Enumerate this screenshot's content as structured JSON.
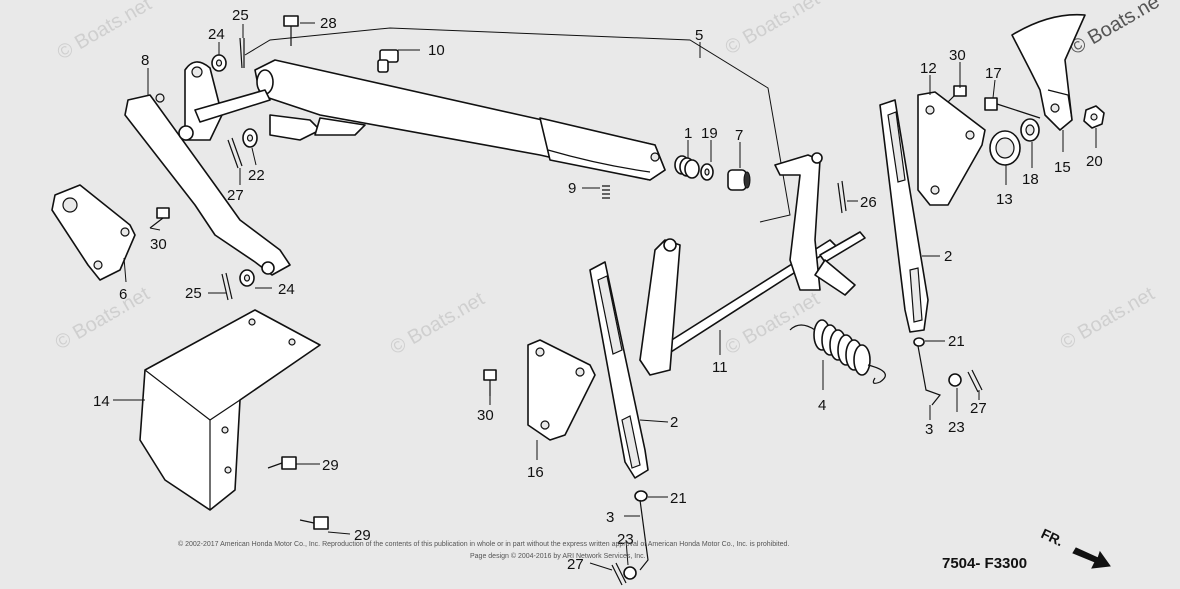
{
  "watermark": "© Boats.net",
  "corner_brand": "© Boats.ne",
  "diagram_code": "7504- F3300",
  "front_marker": "FR.",
  "copyright_line1": "© 2002-2017 American Honda Motor Co., Inc. Reproduction of the contents of this publication in whole or in part without the express written approval of American Honda Motor Co., Inc. is prohibited.",
  "copyright_line2": "Page design © 2004-2016 by ARI Network Services, Inc.",
  "callouts": {
    "c1": "1",
    "c2a": "2",
    "c2b": "2",
    "c3a": "3",
    "c3b": "3",
    "c4": "4",
    "c5": "5",
    "c6": "6",
    "c7": "7",
    "c8": "8",
    "c9": "9",
    "c10": "10",
    "c11": "11",
    "c12": "12",
    "c13": "13",
    "c14": "14",
    "c15": "15",
    "c16": "16",
    "c17": "17",
    "c18": "18",
    "c19": "19",
    "c20": "20",
    "c21a": "21",
    "c21b": "21",
    "c22": "22",
    "c23a": "23",
    "c23b": "23",
    "c24a": "24",
    "c24b": "24",
    "c25a": "25",
    "c25b": "25",
    "c26": "26",
    "c27a": "27",
    "c27b": "27",
    "c27c": "27",
    "c28": "28",
    "c29a": "29",
    "c29b": "29",
    "c30a": "30",
    "c30b": "30",
    "c30c": "30"
  }
}
